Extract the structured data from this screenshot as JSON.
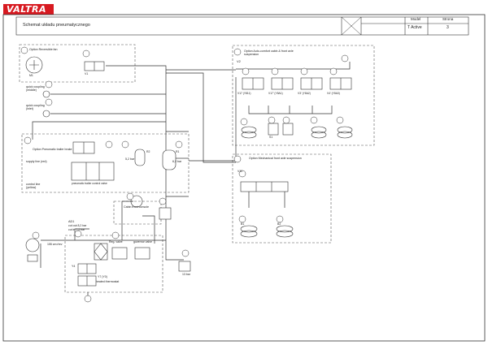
{
  "header": {
    "logo": "VALTRA",
    "title": "Schemat układu pneumatycznego",
    "model_label": "Model",
    "model_value": "T Active",
    "page_label": "Strona",
    "page_value": "3"
  },
  "colors": {
    "line": "#333333",
    "dashed": "#555555",
    "logo": "#d71920"
  },
  "groups": {
    "fan": "Option Reversible fan",
    "trailer": "Option Pneumatic trailer brake",
    "cab_comfort": "Option Auto-comfort cabin & front axle suspension",
    "mechanical": "Option Mechanical front axle suspension",
    "cab_console": "Cabin front console"
  },
  "labels": {
    "v2": "V2",
    "qc_middle": "quick coupling (middle)",
    "qc_inlet": "quick coupling (inlet)",
    "supply_line": "supply line (red)",
    "control_line": "control line (yellow)",
    "trailer_valve": "pneumatic trailer control valve",
    "pressure_52": "5,2 bar",
    "pressure_6": "6,2 bar",
    "v17": "V17 (Y811)",
    "v17b": "V17' (Y8A1)",
    "v3": "V3' (Y8A2)",
    "v4": "V4' (Y8A3)",
    "ad1": "AD1",
    "cut_out": "cut out 8,2 bar",
    "cut_in": "cut in 7,2 bar",
    "compressor_flow": "155 cm³/rev",
    "reg_valve": "Reg. valve",
    "gov_valve": "governor valve",
    "heated_thermostat": "heated thermostat",
    "y4": "Y4",
    "y7": "Y7 (Y0)",
    "dryer_pressure": "13 bar",
    "m1": "M1",
    "v1": "V1",
    "v11": "V11",
    "cyl_b1": "B1",
    "cyl_b2": "B2",
    "cyl_s1": "S1",
    "tank_r1": "R1",
    "tank_r2": "R2"
  }
}
